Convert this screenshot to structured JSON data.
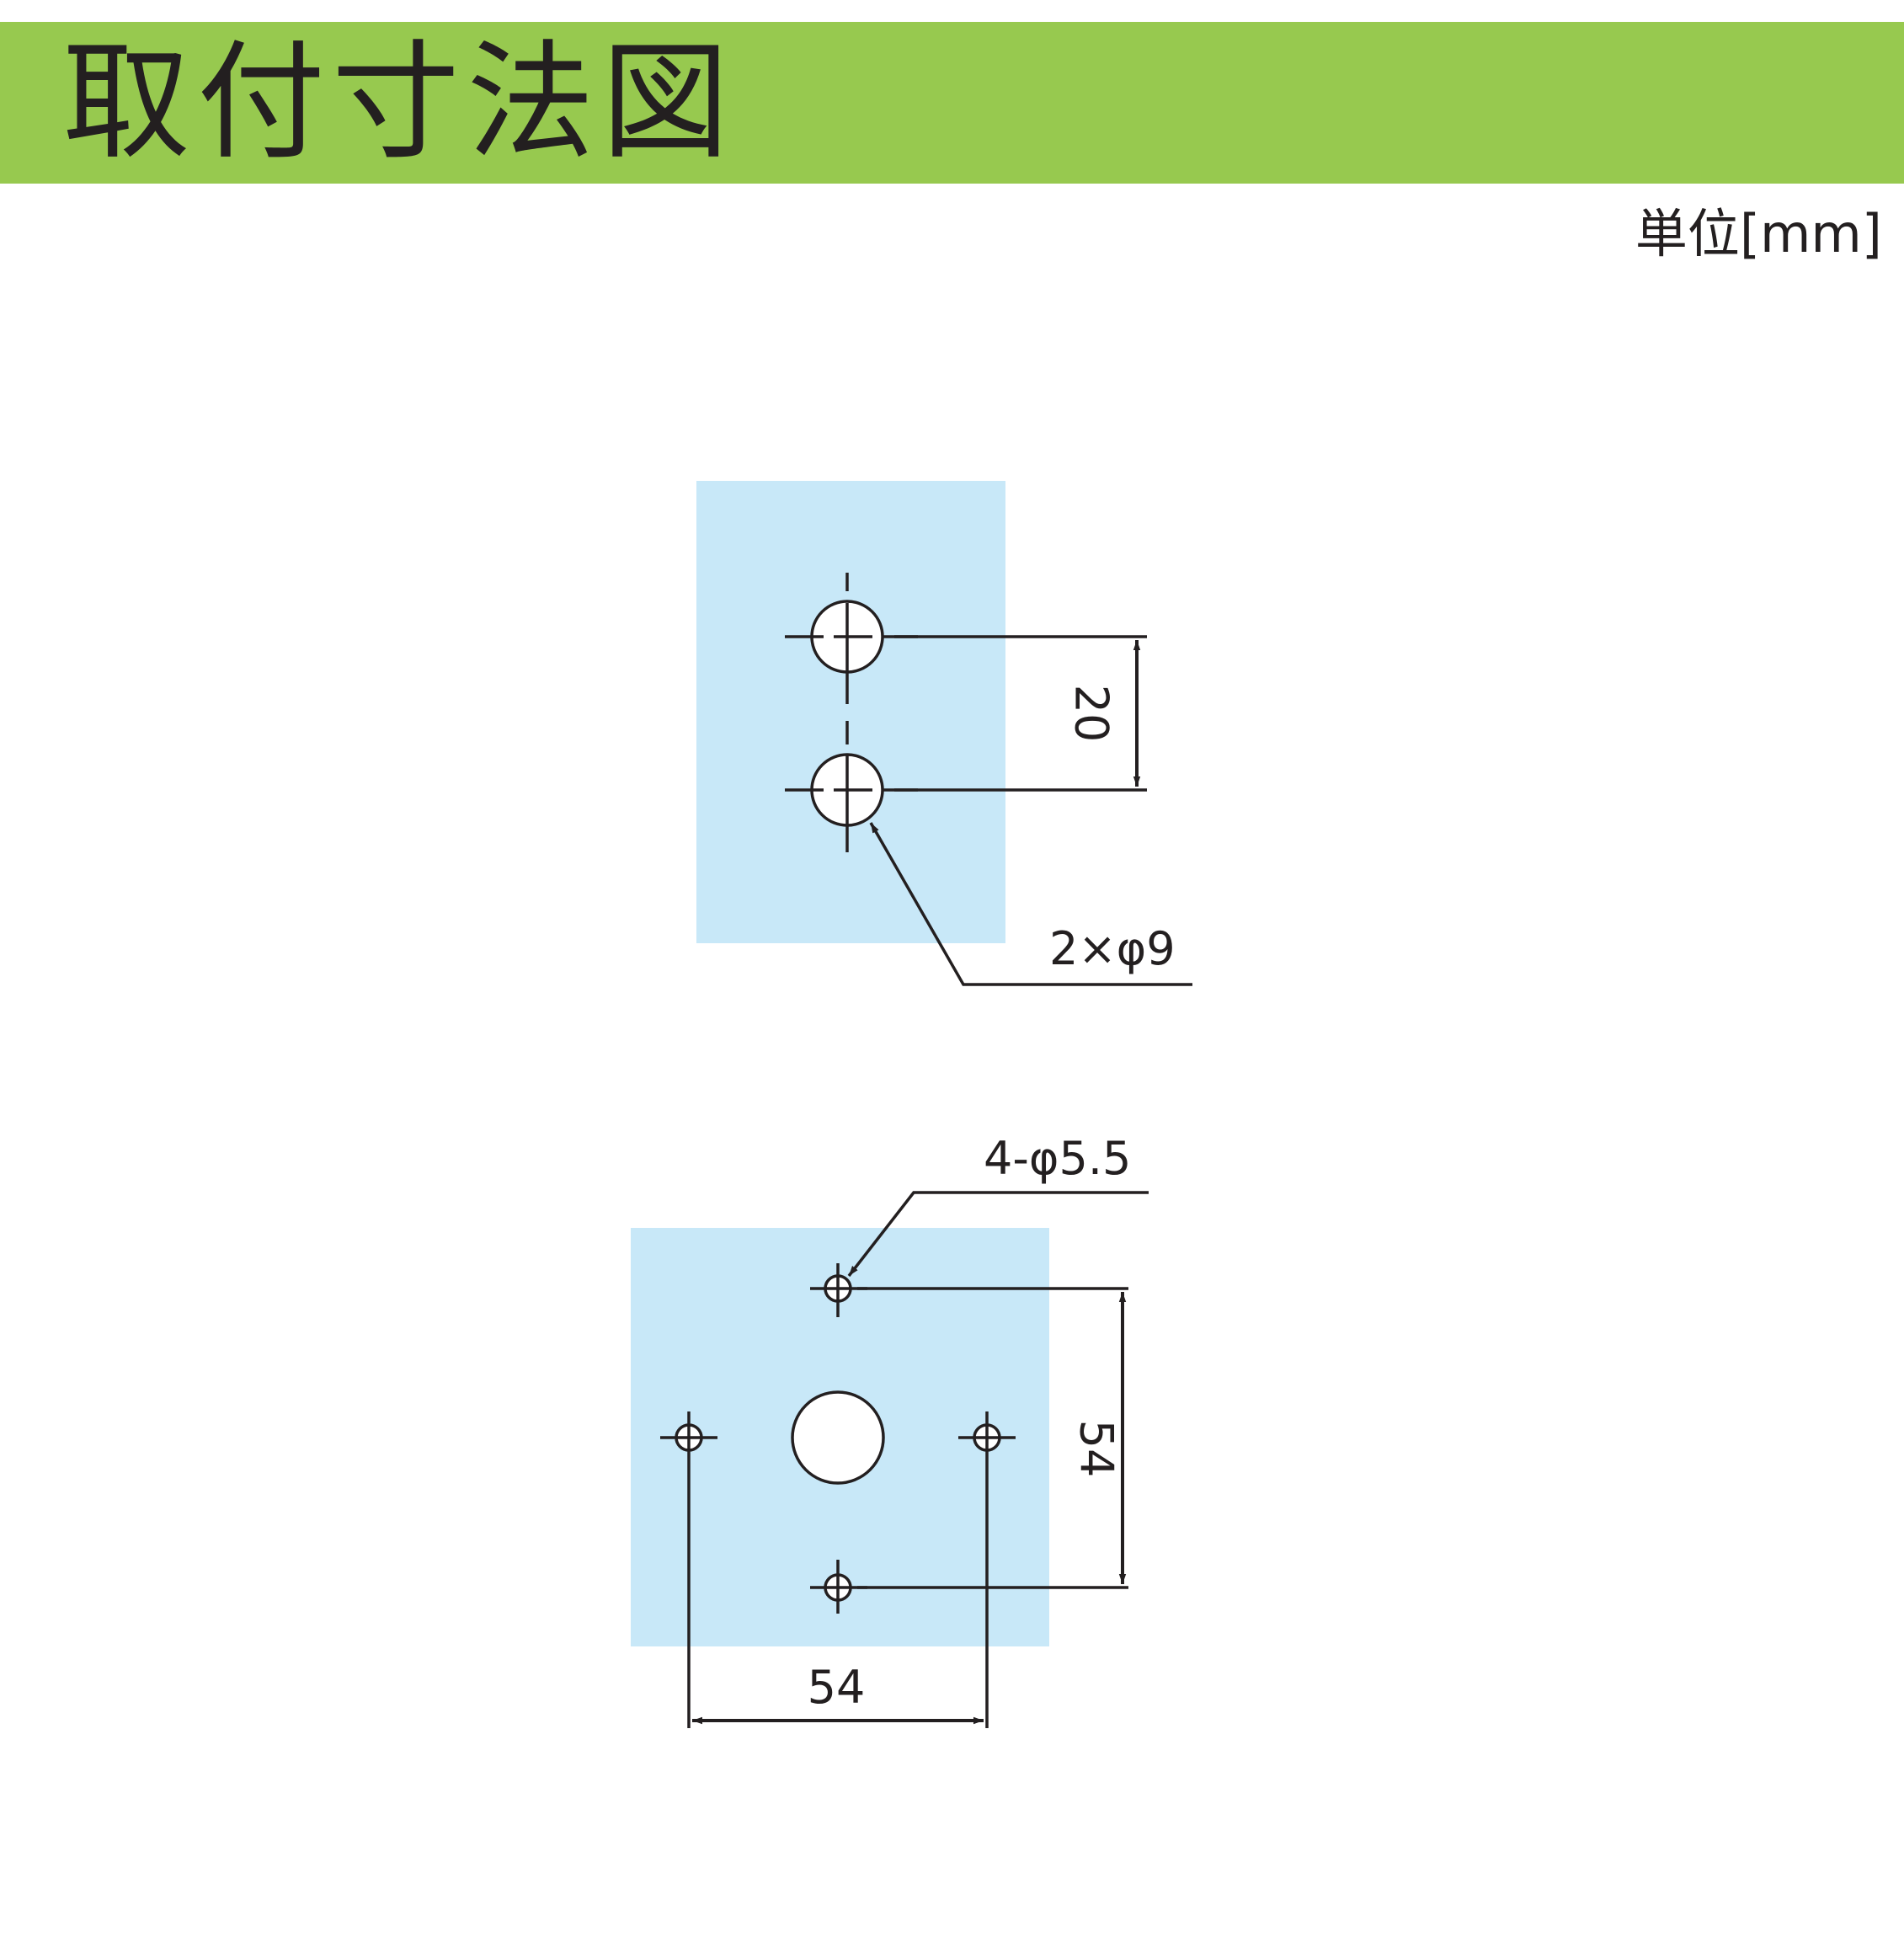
{
  "header": {
    "title": "取付寸法図"
  },
  "unit": "単位[mm]",
  "colors": {
    "header": "#97c94f",
    "panel": "#c8e8f8",
    "line": "#231f20"
  },
  "figure_top": {
    "hole_spacing": "20",
    "hole_callout": "2×φ9"
  },
  "figure_bottom": {
    "hole_callout": "4-φ5.5",
    "vertical_spacing": "54",
    "horizontal_spacing": "54"
  }
}
